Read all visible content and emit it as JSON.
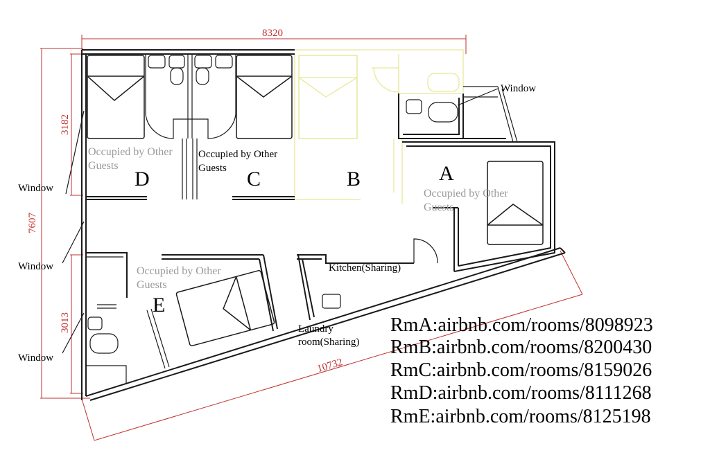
{
  "dimensions": {
    "top_width": "8320",
    "total_height": "7607",
    "upper_height": "3182",
    "lower_height": "3013",
    "diagonal": "10732"
  },
  "labels": {
    "window_top_right": "Window",
    "window_left_1": "Window",
    "window_left_2": "Window",
    "window_left_3": "Window",
    "occupied_d": "Occupied by Other Guests",
    "occupied_c": "Occupied by Other Guests",
    "occupied_a": "Occupied by Other Guests",
    "occupied_e": "Occupied by Other Guests",
    "kitchen": "Kitchen(Sharing)",
    "laundry_line1": "Laundry",
    "laundry_line2": "room(Sharing)"
  },
  "rooms": {
    "a": "A",
    "b": "B",
    "c": "C",
    "d": "D",
    "e": "E"
  },
  "links": [
    "RmA:airbnb.com/rooms/8098923",
    "RmB:airbnb.com/rooms/8200430",
    "RmC:airbnb.com/rooms/8159026",
    "RmD:airbnb.com/rooms/8111268",
    "RmE:airbnb.com/rooms/8125198"
  ],
  "colors": {
    "dimension": "#c0302f",
    "highlight_room_b": "#e8e89a",
    "occupied_text": "#9a9a9a"
  }
}
